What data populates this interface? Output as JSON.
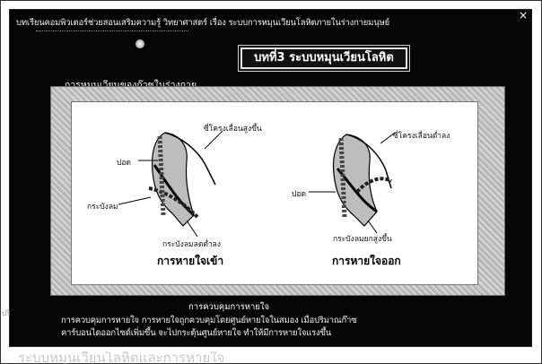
{
  "header": {
    "text": "บทเรียนคอมพิวเตอร์ช่วยสอนเสริมความรู้ วิทยาศาสตร์ เรื่อง ระบบการหมุนเวียนโลหิตภายในร่างกายมนุษย์",
    "close_label": "×"
  },
  "chapter_title": "บทที่3 ระบบหมุนเวียนโลหิต",
  "section_title": "การหมุนเวียนของก๊าซในร่างกาย",
  "diagram": {
    "inhale": {
      "caption": "การหายใจเข้า",
      "labels": {
        "ribs": "ซี่โครงเลื่อนสูงขึ้น",
        "lung": "ปอด",
        "diaphragm": "กระบังลม",
        "diaphragm_move": "กระบังลมลดต่ำลง"
      }
    },
    "exhale": {
      "caption": "การหายใจออก",
      "labels": {
        "ribs": "ซี่โครงเลื่อนต่ำลง",
        "lung": "ปอด",
        "diaphragm_move": "กระบังลมยกสูงขึ้น"
      }
    }
  },
  "footer": {
    "title": "การควบคุมการหายใจ",
    "line1": "การควบคุมการหายใจ การหายใจถูกควบคุมโดยศูนย์หายใจในสมอง    เมื่อปริมาณก๊าซ",
    "line2": "คาร์บอนไดออกไซด์เพิ่มขึ้น จะไปกระตุ้นศูนย์หายใจ ทำให้มีการหายใจแรงขึ้น"
  },
  "margin_mark": "ปริ",
  "bottom_text": "ระบบหมุนเวียนโลหิตและการหายใจ"
}
